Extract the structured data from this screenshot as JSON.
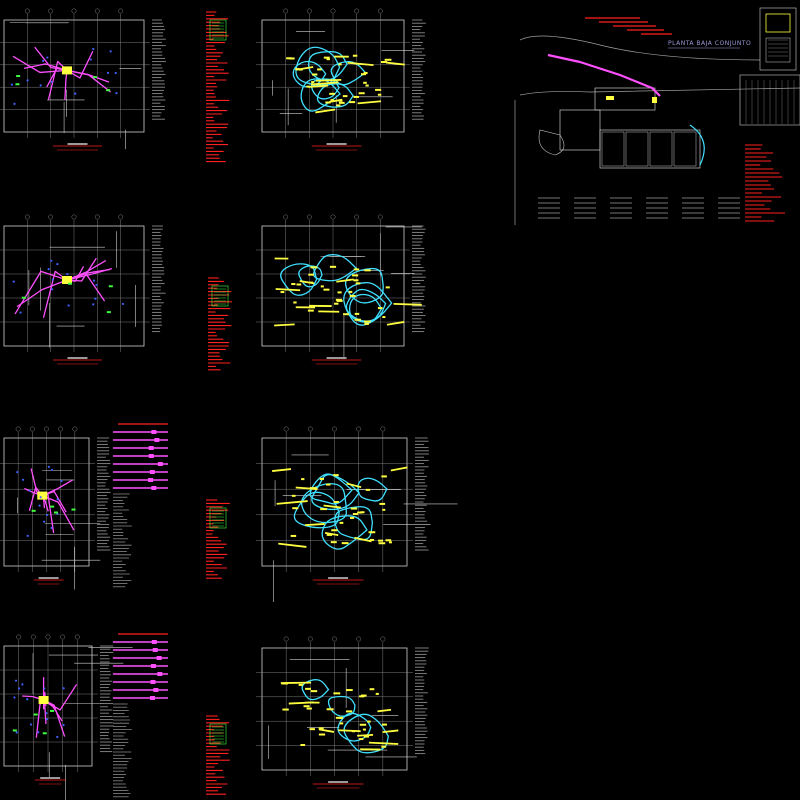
{
  "drawing": {
    "site_title": "PLANTA BAJA CONJUNTO",
    "colors": {
      "background": "#000000",
      "frame": "#d0d0d0",
      "grid": "#9a9a9a",
      "pink_circuit": "#ff50ff",
      "cyan_circuit": "#40e0ff",
      "yellow_fixture": "#ffff40",
      "red_note": "#ff2020",
      "green_note": "#40ff40",
      "blue_dot": "#4060ff",
      "title_text": "#9a9ad8"
    },
    "sheets": [
      {
        "kind": "plan-pink"
      },
      {
        "kind": "plan-cyan"
      },
      {
        "kind": "plan-pink"
      },
      {
        "kind": "plan-cyan"
      },
      {
        "kind": "plan-pink-irregular"
      },
      {
        "kind": "plan-cyan-irregular"
      },
      {
        "kind": "plan-pink-small"
      },
      {
        "kind": "plan-cyan-small"
      }
    ]
  }
}
